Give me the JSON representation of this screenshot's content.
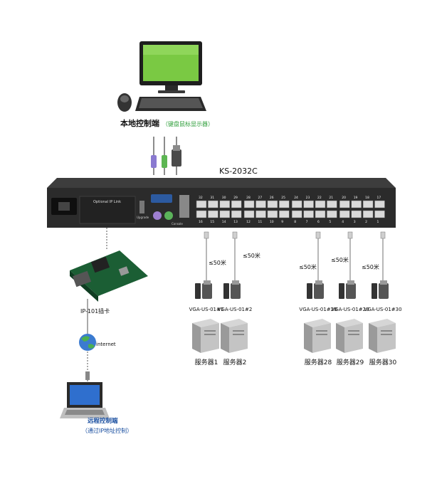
{
  "local": {
    "label": "本地控制端",
    "sub": "（键盘鼠标显示器）"
  },
  "kvm": {
    "model": "KS-2032C",
    "option_label": "Optional IP Link",
    "upgrade": "Upgrade",
    "console": "Console",
    "port_top": [
      "32",
      "31",
      "30",
      "29",
      "28",
      "27",
      "26",
      "25",
      "24",
      "23",
      "22",
      "21",
      "20",
      "19",
      "18",
      "17"
    ],
    "port_bottom": [
      "16",
      "15",
      "14",
      "13",
      "12",
      "11",
      "10",
      "9",
      "8",
      "7",
      "6",
      "5",
      "4",
      "3",
      "2",
      "1"
    ]
  },
  "distance": [
    "≤50米",
    "≤50米",
    "≤50米",
    "≤50米",
    "≤50米"
  ],
  "modules": [
    "VGA-US-01#1",
    "VGA-US-01#2",
    "VGA-US-01#28",
    "VGA-US-01#29",
    "VGA-US-01#30"
  ],
  "servers": [
    "服务器1",
    "服务器2",
    "服务器28",
    "服务器29",
    "服务器30"
  ],
  "ip_card": "IP-101插卡",
  "internet": "internet",
  "remote": {
    "label": "远程控制端",
    "sub": "（通过IP地址控制）"
  },
  "colors": {
    "chassis": "#2b2b2b",
    "screen": "#7ac943",
    "accent_blue": "#1a4fa0",
    "accent_green": "#2e9e3a"
  }
}
